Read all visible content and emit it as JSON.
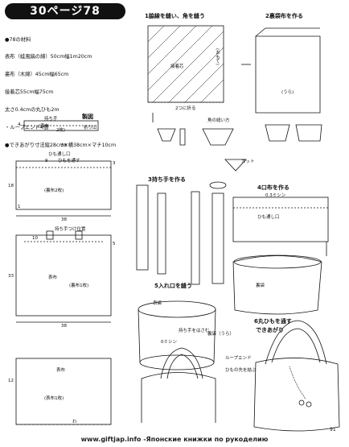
{
  "header": {
    "title": "30ページ78"
  },
  "materials": [
    "●78の材料",
    "表布（蛙風縞の綿）50cm幅1m20cm",
    "裏布（木綿）45cm幅65cm",
    "接着芯55cm幅75cm",
    "太さ0.4cmの丸ひも2m",
    "・ループエンド4個",
    "●できあがり寸法縦28cm×横38cm×マチ10cm"
  ],
  "diagram": {
    "title": "製図",
    "handle_label": "持ち手",
    "handle_cloth": "(表布",
    "handle_count": "2枚)",
    "fold_label": "折り山",
    "cord_opening": "ひも通し口",
    "cord_through": "ひもを通す",
    "lining_label": "(裏布2枚)",
    "handle_pos": "持ち手つけ位置",
    "outer_label": "表布",
    "bottom_label": "(表布1枚)",
    "wa": "わ",
    "outer_name": "表布",
    "outer_piece": "(裏布1枚)",
    "dims": {
      "w38a": "38",
      "w38b": "38",
      "w38c": "38",
      "h18": "18",
      "h33": "33",
      "d4": "4",
      "d10": "10",
      "d9": "9",
      "d3": "3",
      "d5": "5",
      "d12": "12",
      "d1": "1"
    }
  },
  "steps": {
    "s1": "1脇線を縫い、角を縫う",
    "s2": "2裏袋布を作る",
    "s3": "3持ち手を作る",
    "s4": "4口布を作る",
    "s5": "5入れ口を縫う",
    "s6": "6丸ひもを通す",
    "done": "できあがり"
  },
  "labels": {
    "adhesive": "接着芯",
    "omote": "(おもて)",
    "ura": "(うら)",
    "two_stitch": "2つに折る",
    "corner_sew": "角の縫い方",
    "cut": "カット",
    "stitch": "0.3ミシン",
    "stitch2": "0ミシン",
    "edge_open": "ひも通し口",
    "lining_bag": "裏袋（うら）",
    "inner": "裏袋",
    "handle_side": "持ち手をはさむ",
    "sandwich": "表袋",
    "loop_end": "ループエンド",
    "knot": "ひもの先を結ぶ"
  },
  "footer": "www.giftjap.info -Японские книжки по рукоделию",
  "page_number": "91"
}
